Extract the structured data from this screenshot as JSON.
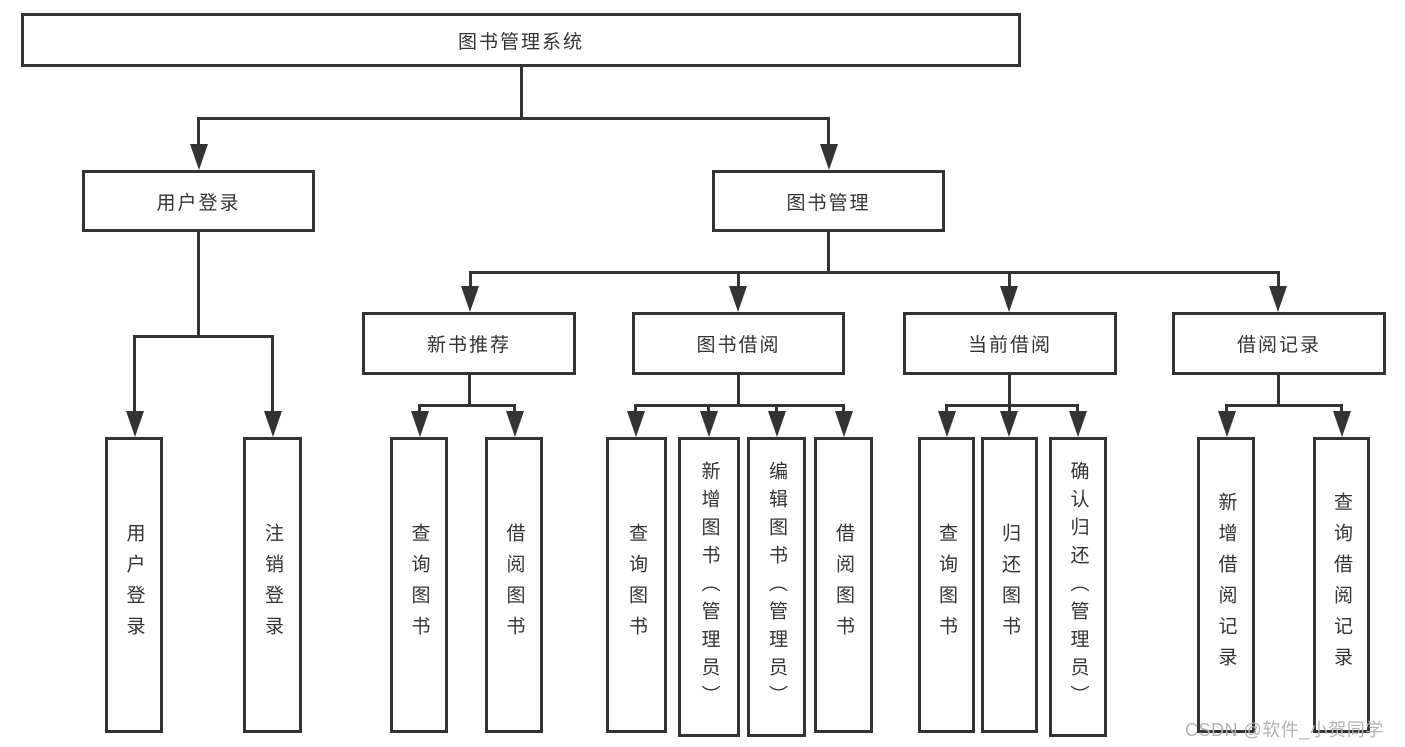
{
  "diagram_title": "图书管理系统",
  "colors": {
    "line": "#333333",
    "box_border": "#333333",
    "text": "#333333",
    "background": "#ffffff",
    "watermark": "#b3b3b3"
  },
  "nodes": {
    "root": {
      "label": "图书管理系统"
    },
    "level2": [
      {
        "label": "用户登录"
      },
      {
        "label": "图书管理"
      }
    ],
    "level3": [
      {
        "label": "新书推荐"
      },
      {
        "label": "图书借阅"
      },
      {
        "label": "当前借阅"
      },
      {
        "label": "借阅记录"
      }
    ],
    "leaves": {
      "userLogin": [
        {
          "label": "用户登录"
        },
        {
          "label": "注销登录"
        }
      ],
      "newBooks": [
        {
          "label": "查询图书"
        },
        {
          "label": "借阅图书"
        }
      ],
      "bookBorrow": [
        {
          "label": "查询图书"
        },
        {
          "label": "新增图书（管理员）"
        },
        {
          "label": "编辑图书（管理员）"
        },
        {
          "label": "借阅图书"
        }
      ],
      "currentBorrow": [
        {
          "label": "查询图书"
        },
        {
          "label": "归还图书"
        },
        {
          "label": "确认归还（管理员）"
        }
      ],
      "borrowRecords": [
        {
          "label": "新增借阅记录"
        },
        {
          "label": "查询借阅记录"
        }
      ]
    }
  },
  "watermark": {
    "text": "CSDN @软件_小贺同学"
  }
}
